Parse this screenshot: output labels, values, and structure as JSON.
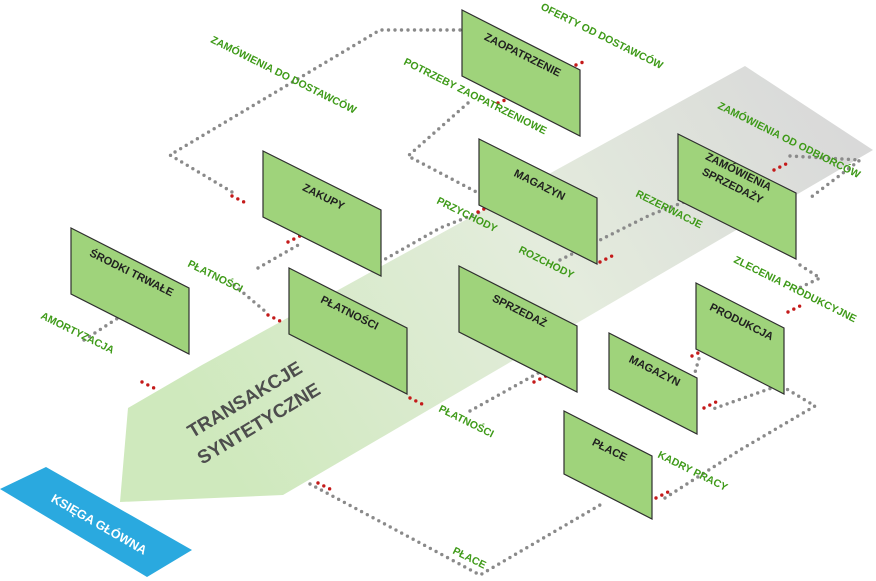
{
  "colors": {
    "box_fill": "#9fd37b",
    "label_green": "#3e9a18",
    "arrow_dark": "#d9d9d9",
    "arrow_light": "#cfe9bd",
    "ledger_blue": "#2aa9df",
    "dot_grey": "#8a8a8a",
    "dot_red": "#c41a1a"
  },
  "boxes": {
    "zaopatrzenie": "ZAOPATRZENIE",
    "zakupy": "ZAKUPY",
    "magazyn_top": "MAGAZYN",
    "zamowienia_sprzedazy_1": "ZAMÓWIENIA",
    "zamowienia_sprzedazy_2": "SPRZEDAŻY",
    "srodki_trwale": "ŚRODKI TRWAŁE",
    "platnosci": "PŁATNOŚCI",
    "sprzedaz": "SPRZEDAŻ",
    "produkcja": "PRODUKCJA",
    "magazyn_bottom": "MAGAZYN",
    "place": "PŁACE"
  },
  "flows": {
    "oferty": "OFERTY OD DOSTAWCÓW",
    "zamowienia_do_dostawcow": "ZAMÓWIENIA DO DOSTAWCÓW",
    "potrzeby": "POTRZEBY  ZAOPATRZENIOWE",
    "zamowienia_od_odbiorcow": "ZAMÓWIENIA OD ODBIORCÓW",
    "rezerwacje": "REZERWACJE",
    "przychody": "PRZYCHODY",
    "rozchody": "ROZCHODY",
    "platnosci_left": "PŁATNOŚCI",
    "zlecenia": "ZLECENIA PRODUKCYJNE",
    "amortyzacja": "AMORTYZACJA",
    "platnosci_bottom": "PŁATNOŚCI",
    "kadry": "KADRY PRACY",
    "place_bottom": "PŁACE"
  },
  "arrow": {
    "line1": "TRANSAKCJE",
    "line2": "SYNTETYCZNE"
  },
  "ledger": {
    "label": "KSIĘGA GŁÓWNA"
  }
}
